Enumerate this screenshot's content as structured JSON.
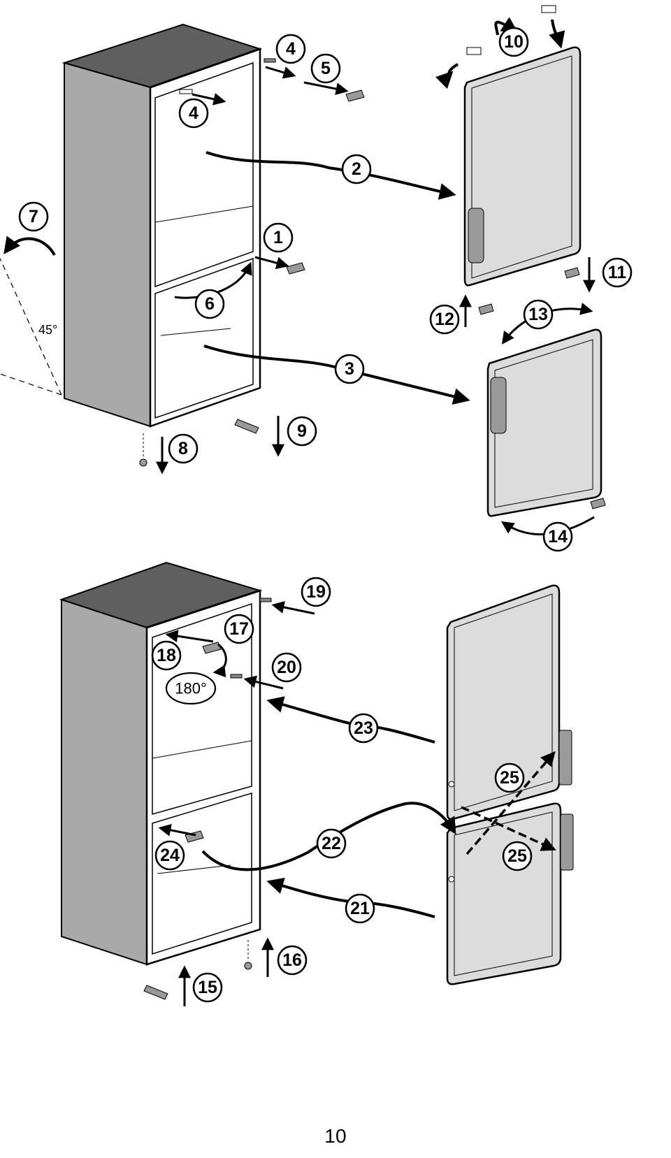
{
  "colors": {
    "cabinet_side": "#a9a9a9",
    "cabinet_top": "#5f5f5f",
    "door_fill": "#dcdcdc",
    "line": "#000000",
    "handle": "#9a9a9a"
  },
  "steps_top": [
    {
      "id": "1",
      "label": "1"
    },
    {
      "id": "2",
      "label": "2"
    },
    {
      "id": "3",
      "label": "3"
    },
    {
      "id": "4a",
      "label": "4"
    },
    {
      "id": "4b",
      "label": "4"
    },
    {
      "id": "5",
      "label": "5"
    },
    {
      "id": "6",
      "label": "6"
    },
    {
      "id": "7",
      "label": "7"
    },
    {
      "id": "8",
      "label": "8"
    },
    {
      "id": "9",
      "label": "9"
    },
    {
      "id": "10",
      "label": "10"
    },
    {
      "id": "11",
      "label": "11"
    },
    {
      "id": "12",
      "label": "12"
    },
    {
      "id": "13",
      "label": "13"
    },
    {
      "id": "14",
      "label": "14"
    }
  ],
  "steps_bottom": [
    {
      "id": "15",
      "label": "15"
    },
    {
      "id": "16",
      "label": "16"
    },
    {
      "id": "17",
      "label": "17"
    },
    {
      "id": "18",
      "label": "18"
    },
    {
      "id": "19",
      "label": "19"
    },
    {
      "id": "20",
      "label": "20"
    },
    {
      "id": "21",
      "label": "21"
    },
    {
      "id": "22",
      "label": "22"
    },
    {
      "id": "23",
      "label": "23"
    },
    {
      "id": "24",
      "label": "24"
    },
    {
      "id": "25a",
      "label": "25"
    },
    {
      "id": "25b",
      "label": "25"
    }
  ],
  "angle_label": "45°",
  "rotation_label": "180°",
  "page_number": "10"
}
